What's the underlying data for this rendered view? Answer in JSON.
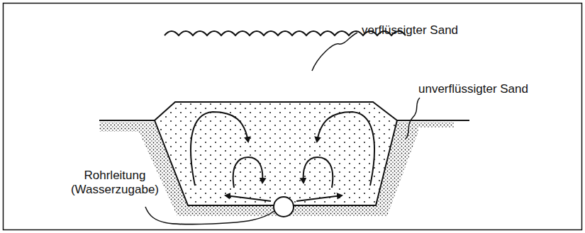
{
  "diagram": {
    "labels": [
      "verflüssigter Sand",
      "unverflüssigter Sand",
      "Rohrleitung (Wasserzugabe)"
    ]
  }
}
